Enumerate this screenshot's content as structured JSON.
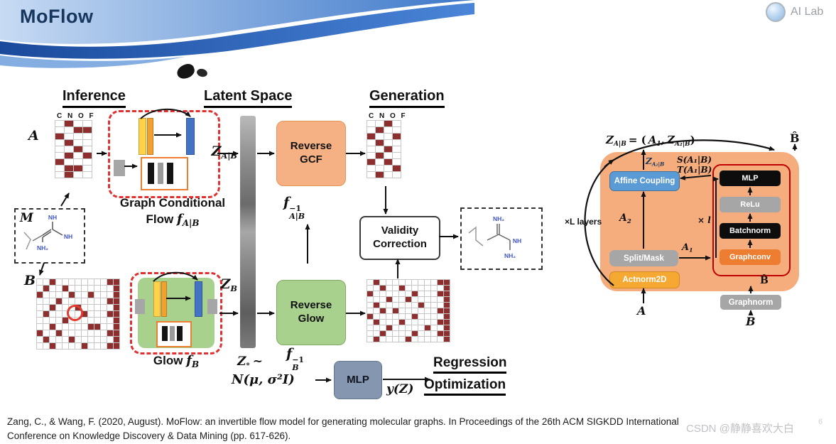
{
  "header": {
    "title": "MoFlow",
    "logo_label": "AI Lab"
  },
  "headings": {
    "inference": "Inference",
    "latent": "Latent Space",
    "generation": "Generation"
  },
  "labels": {
    "A": "A",
    "B": "B",
    "M": "M",
    "cnof": "C N O F",
    "Z": "Z",
    "sub_AB": "A|B",
    "sub_B": "B",
    "f": "f",
    "sup_inv": "−1",
    "gcf_line1": "Graph Conditional",
    "flow_word": "Flow ",
    "glow_word": "Glow ",
    "star": "*",
    "tilde": "~",
    "normal_dist": "N(μ, σ²I)",
    "y_of_z": "y(Z)"
  },
  "boxes": {
    "reverse_gcf_1": "Reverse",
    "reverse_gcf_2": "GCF",
    "reverse_glow_1": "Reverse",
    "reverse_glow_2": "Glow",
    "validity_1": "Validity",
    "validity_2": "Correction",
    "mlp": "MLP",
    "regression": "Regression",
    "optimization": "Optimization"
  },
  "arch": {
    "eq_z": "Z",
    "eq_z_sub": "A|B",
    "eq_mid": "= (",
    "eq_a": "A",
    "eq_a_sub": "1",
    "eq_comma": ",",
    "eq_z2": "Z",
    "eq_z2_sub": "A₂|B",
    "eq_close": ")",
    "b_hat": "B̂",
    "z2b_main": "Z",
    "z2b_sub": "A₂|B",
    "s_label": "S(A₁|B)",
    "t_label": "T(A₁|B)",
    "affine": "Affine Coupling",
    "split": "Split/Mask",
    "actnorm": "Actnorm2D",
    "mlp": "MLP",
    "relu": "ReLu",
    "batchnorm": "Batchnorm",
    "graphconv": "Graphconv",
    "graphnorm": "Graphnorm",
    "xl_layers": "×L layers",
    "xl_inner": "× l",
    "a2_main": "A",
    "a2_sub": "2",
    "a1_main": "A",
    "a1_sub": "1",
    "a_input": "A",
    "b_input": "B"
  },
  "molecules": {
    "m1": {
      "l1": "NH",
      "l2": "NH",
      "l3": "NH₂"
    },
    "m2": {
      "l1": "NH₂",
      "l2": "NH",
      "l3": "NH₂"
    }
  },
  "matrices": {
    "a": {
      "rows": [
        "0100",
        "0011",
        "1000",
        "0100",
        "0010",
        "0101",
        "1000",
        "0110",
        "0100"
      ]
    },
    "a_gen": {
      "rows": [
        "0010",
        "0100",
        "1001",
        "0100",
        "0010",
        "0100",
        "1010",
        "0001",
        "0100"
      ]
    },
    "b": {
      "rows": [
        "0010000000011",
        "0100100000001",
        "1000010010001",
        "0001000000011",
        "0010001000001",
        "0100000100011",
        "0000100000001",
        "0010000011001",
        "1001000000011",
        "0100010000001",
        "0010000100011"
      ]
    },
    "b_gen": {
      "rows": [
        "0100000000011",
        "0010010000001",
        "1000000100011",
        "0001001000001",
        "0100000010001",
        "0010100000011",
        "1000000100001",
        "0100010000011",
        "0001000001001",
        "0010000100011",
        "0100001000001"
      ]
    }
  },
  "footer": {
    "citation_line1": "Zang, C., & Wang, F. (2020, August). MoFlow: an invertible flow model for generating molecular graphs. In Proceedings of the 26th ACM SIGKDD International",
    "citation_line2": "Conference on Knowledge Discovery & Data Mining (pp. 617-626).",
    "watermark": "CSDN @静静喜欢大白",
    "page_number": "6"
  },
  "colors": {
    "accent_red": "#e03030",
    "cell_dark": "#8e2f2f",
    "orange_box": "#f5b183",
    "green_box": "#a9d18e",
    "blue_box": "#5b9bd5",
    "mlp_blue": "#8496b0"
  }
}
